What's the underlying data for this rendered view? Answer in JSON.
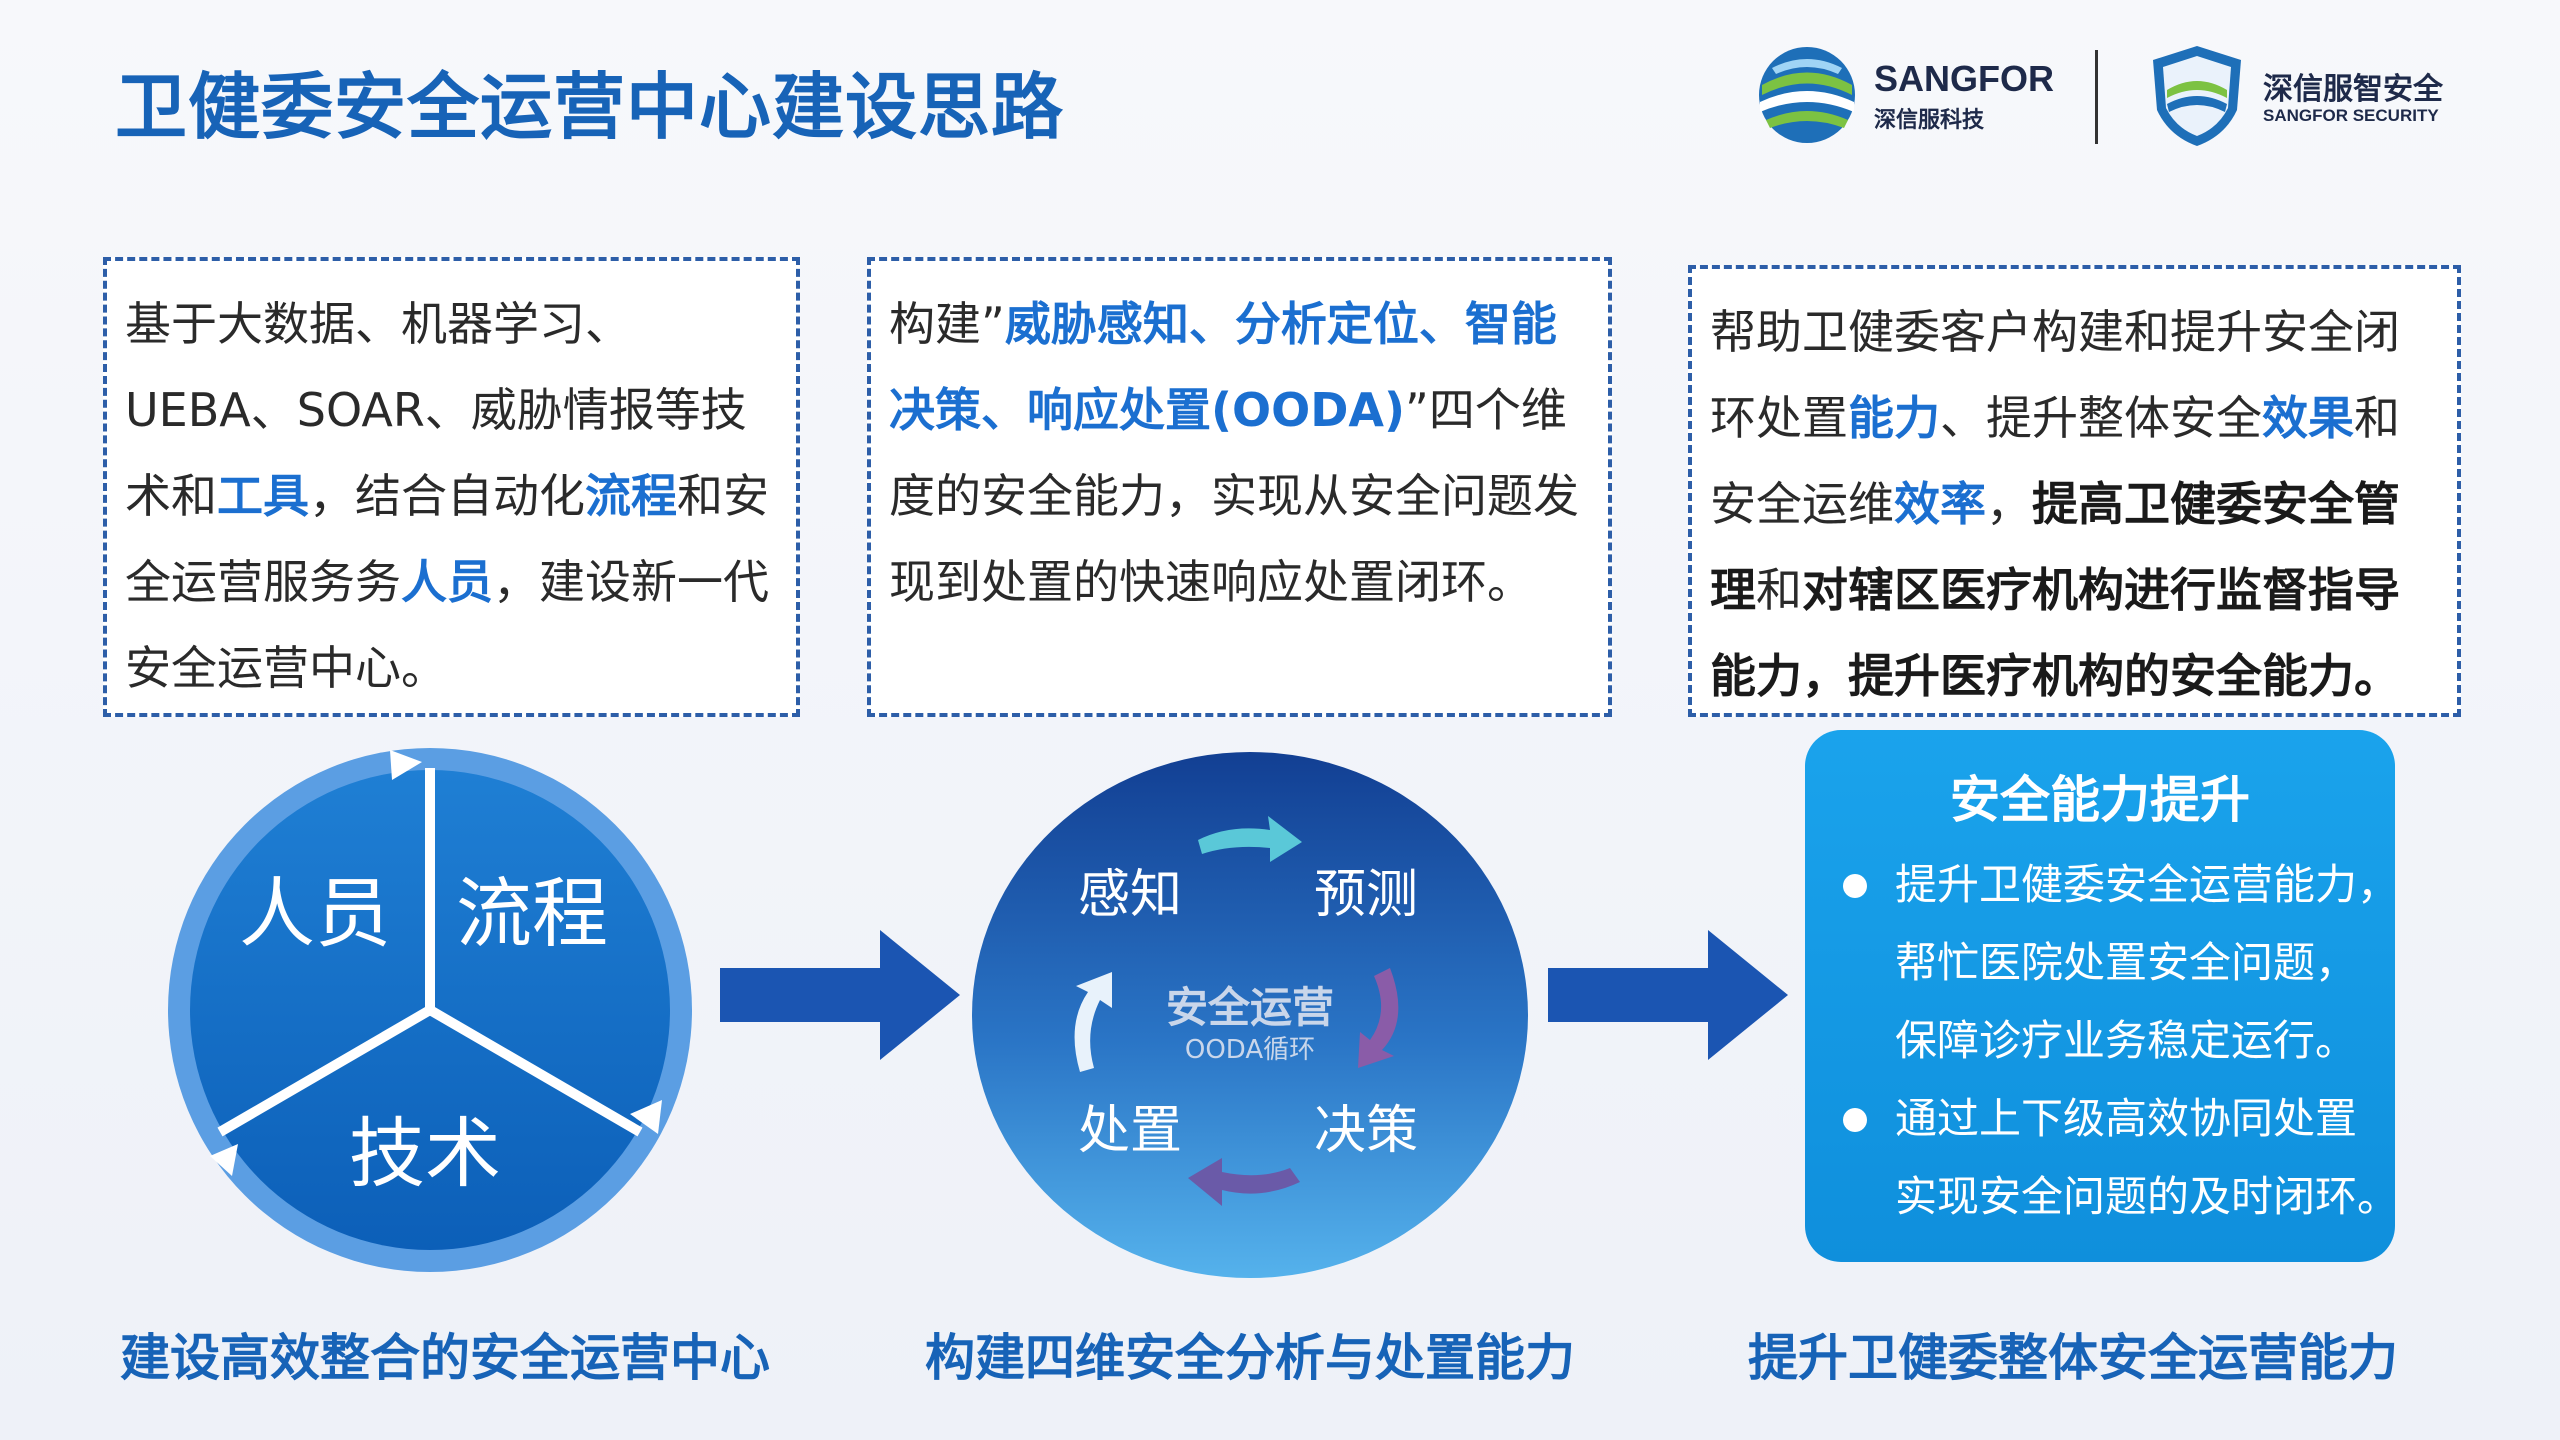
{
  "title": "卫健委安全运营中心建设思路",
  "logo_primary": {
    "name": "SANGFOR",
    "sub": "深信服科技"
  },
  "logo_secondary": {
    "name": "深信服智安全",
    "sub": "SANGFOR SECURITY"
  },
  "box1": {
    "t1": "基于大数据、机器学习、UEBA、SOAR、威胁情报等技术和",
    "h1": "工具",
    "t2": "，结合自动化",
    "h2": "流程",
    "t3": "和安全运营服务务",
    "h3": "人员",
    "t4": "，建设新一代安全运营中心。"
  },
  "box2": {
    "t1": "构建”",
    "h1": "威胁感知、分析定位、智能决策、响应处置(OODA)",
    "t2": "”四个维度的安全能力，实现从安全问题发现到处置的快速响应处置闭环。"
  },
  "box3": {
    "t1": "帮助卫健委客户构建和提升安全闭环处置",
    "h1": "能力",
    "t2": "、提升整体安全",
    "h2": "效果",
    "t3": "和安全运维",
    "h3": "效率",
    "t4": "，",
    "b1": "提高卫健委安全管理",
    "t5": "和",
    "b2": "对辖区医疗机构进行监督指导能力，提升医疗机构的安全能力。"
  },
  "pie": {
    "people": "人员",
    "process": "流程",
    "tech": "技术"
  },
  "ooda": {
    "perceive": "感知",
    "predict": "预测",
    "decide": "决策",
    "handle": "处置",
    "center_title": "安全运营",
    "center_sub": "OODA循环"
  },
  "panel": {
    "title": "安全能力提升",
    "item1": [
      "提升卫健委安全运营能力，",
      "帮忙医院处置安全问题，",
      "保障诊疗业务稳定运行。"
    ],
    "item2": [
      "通过上下级高效协同处置",
      "实现安全问题的及时闭环。"
    ]
  },
  "captions": {
    "c1": "建设高效整合的安全运营中心",
    "c2": "构建四维安全分析与处置能力",
    "c3": "提升卫健委整体安全运营能力"
  },
  "colors": {
    "brand_blue": "#1763b7",
    "highlight": "#1b6fd0",
    "panel": "#1aa3ec"
  }
}
